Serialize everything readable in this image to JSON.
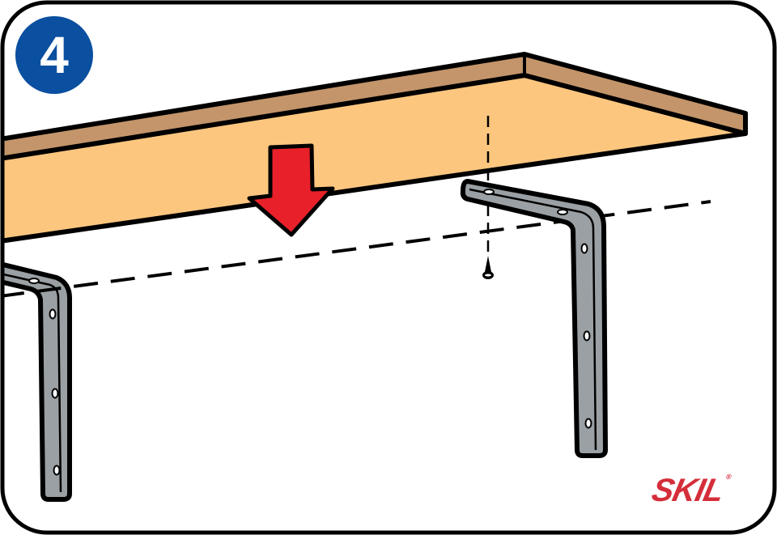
{
  "step": {
    "number": "4"
  },
  "brand": {
    "logo": "SKIL",
    "registered": "®"
  },
  "colors": {
    "badge": "#0a4fa0",
    "arrow": "#e8202a",
    "shelf_top": "#c4956a",
    "shelf_under": "#fdc67f",
    "bracket": "#9aa0a3",
    "logo": "#d42e3a"
  },
  "icons": [
    "step-badge",
    "down-arrow-icon",
    "screw-icon",
    "bracket-left",
    "bracket-right",
    "shelf"
  ]
}
